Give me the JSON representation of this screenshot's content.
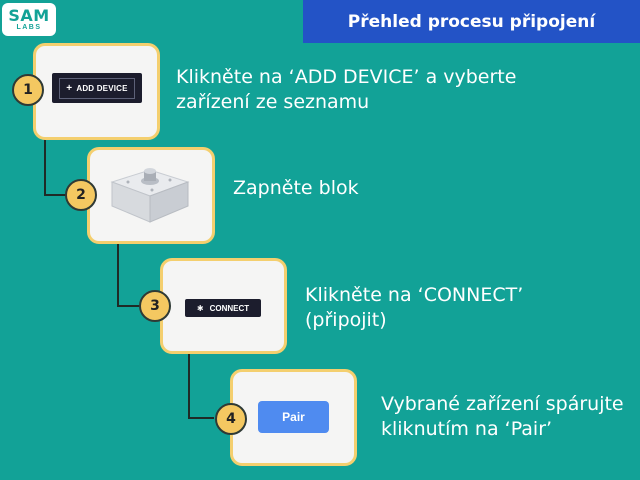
{
  "logo": {
    "name": "SAM",
    "sub": "LABS"
  },
  "title": "Přehled procesu připojení",
  "steps": [
    {
      "number": "1",
      "text": "Klikněte na ‘ADD DEVICE’ a vyberte zařízení ze seznamu",
      "button_label": "ADD DEVICE",
      "button_icon": "plus-icon"
    },
    {
      "number": "2",
      "text": "Zapněte blok",
      "image": "sam-block-device"
    },
    {
      "number": "3",
      "text": "Klikněte na ‘CONNECT’ (připojit)",
      "button_label": "CONNECT",
      "button_icon": "bluetooth-icon"
    },
    {
      "number": "4",
      "text": "Vybrané zařízení spárujte kliknutím na ‘Pair’",
      "button_label": "Pair"
    }
  ],
  "colors": {
    "background": "#12a297",
    "title_bar": "#2353c6",
    "card_border": "#f4cf6e",
    "badge": "#f4c861",
    "dark_button": "#1c1d2d",
    "pair_button": "#4f8bf0"
  }
}
